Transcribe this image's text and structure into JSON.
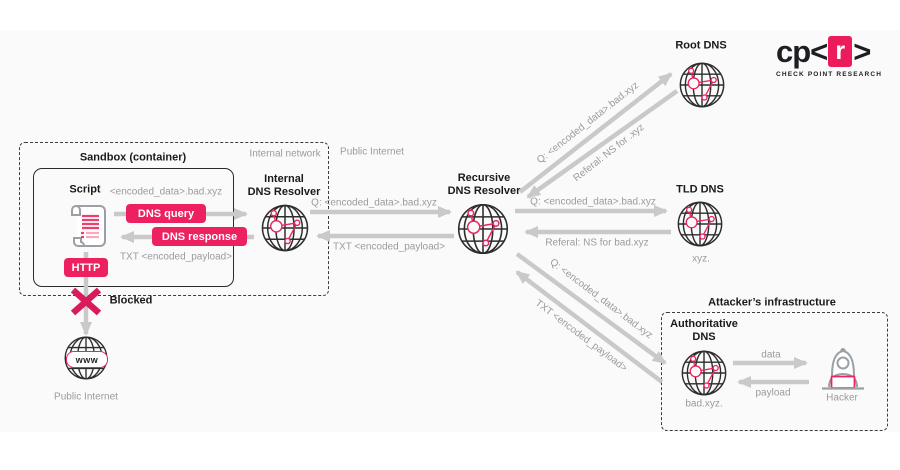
{
  "colors": {
    "accent_pink": "#ee2160",
    "blocked_pink": "#d81b5c",
    "arrow_gray": "#c9c9c9",
    "label_gray": "#9b9b9b",
    "dark_text": "#1a1a1a",
    "band_bg": "#fafafa"
  },
  "logo": {
    "prefix": "cp<",
    "boxed_letter": "r",
    "suffix": ">",
    "subtitle": "CHECK POINT RESEARCH"
  },
  "sandbox": {
    "title": "Sandbox (container)",
    "script_label": "Script",
    "script_query": "<encoded_data>.bad.xyz",
    "dns_query_badge": "DNS query",
    "dns_response_badge": "DNS response",
    "txt_label": "TXT <encoded_payload>",
    "http_badge": "HTTP"
  },
  "zones": {
    "internal": "Internal network",
    "public": "Public Internet"
  },
  "blocked": {
    "label": "Blocked"
  },
  "nodes": {
    "internal_resolver": {
      "label": "Internal\nDNS Resolver"
    },
    "recursive_resolver": {
      "label": "Recursive\nDNS Resolver"
    },
    "root_dns": {
      "label": "Root DNS"
    },
    "tld_dns": {
      "label": "TLD DNS",
      "zone": "xyz."
    },
    "authoritative_dns": {
      "label": "Authoritative\nDNS",
      "zone": "bad.xyz."
    },
    "hacker": {
      "label": "Hacker"
    },
    "public_internet": {
      "label": "Public Internet",
      "globe_text": "www"
    }
  },
  "attacker_box": {
    "title": "Attacker’s infrastructure"
  },
  "flows": {
    "q_internal": "Q: <encoded_data>.bad.xyz",
    "txt_internal": "TXT <encoded_payload>",
    "q_root": "Q: <encoded_data>.bad.xyz",
    "ref_root": "Referal: NS for .xyz",
    "q_tld": "Q: <encoded_data>.bad.xyz",
    "ref_tld": "Referal: NS for bad.xyz",
    "q_auth": "Q: <encoded_data>.bad.xyz",
    "txt_auth": "TXT <encoded_payload>",
    "data_label": "data",
    "payload_label": "payload"
  }
}
